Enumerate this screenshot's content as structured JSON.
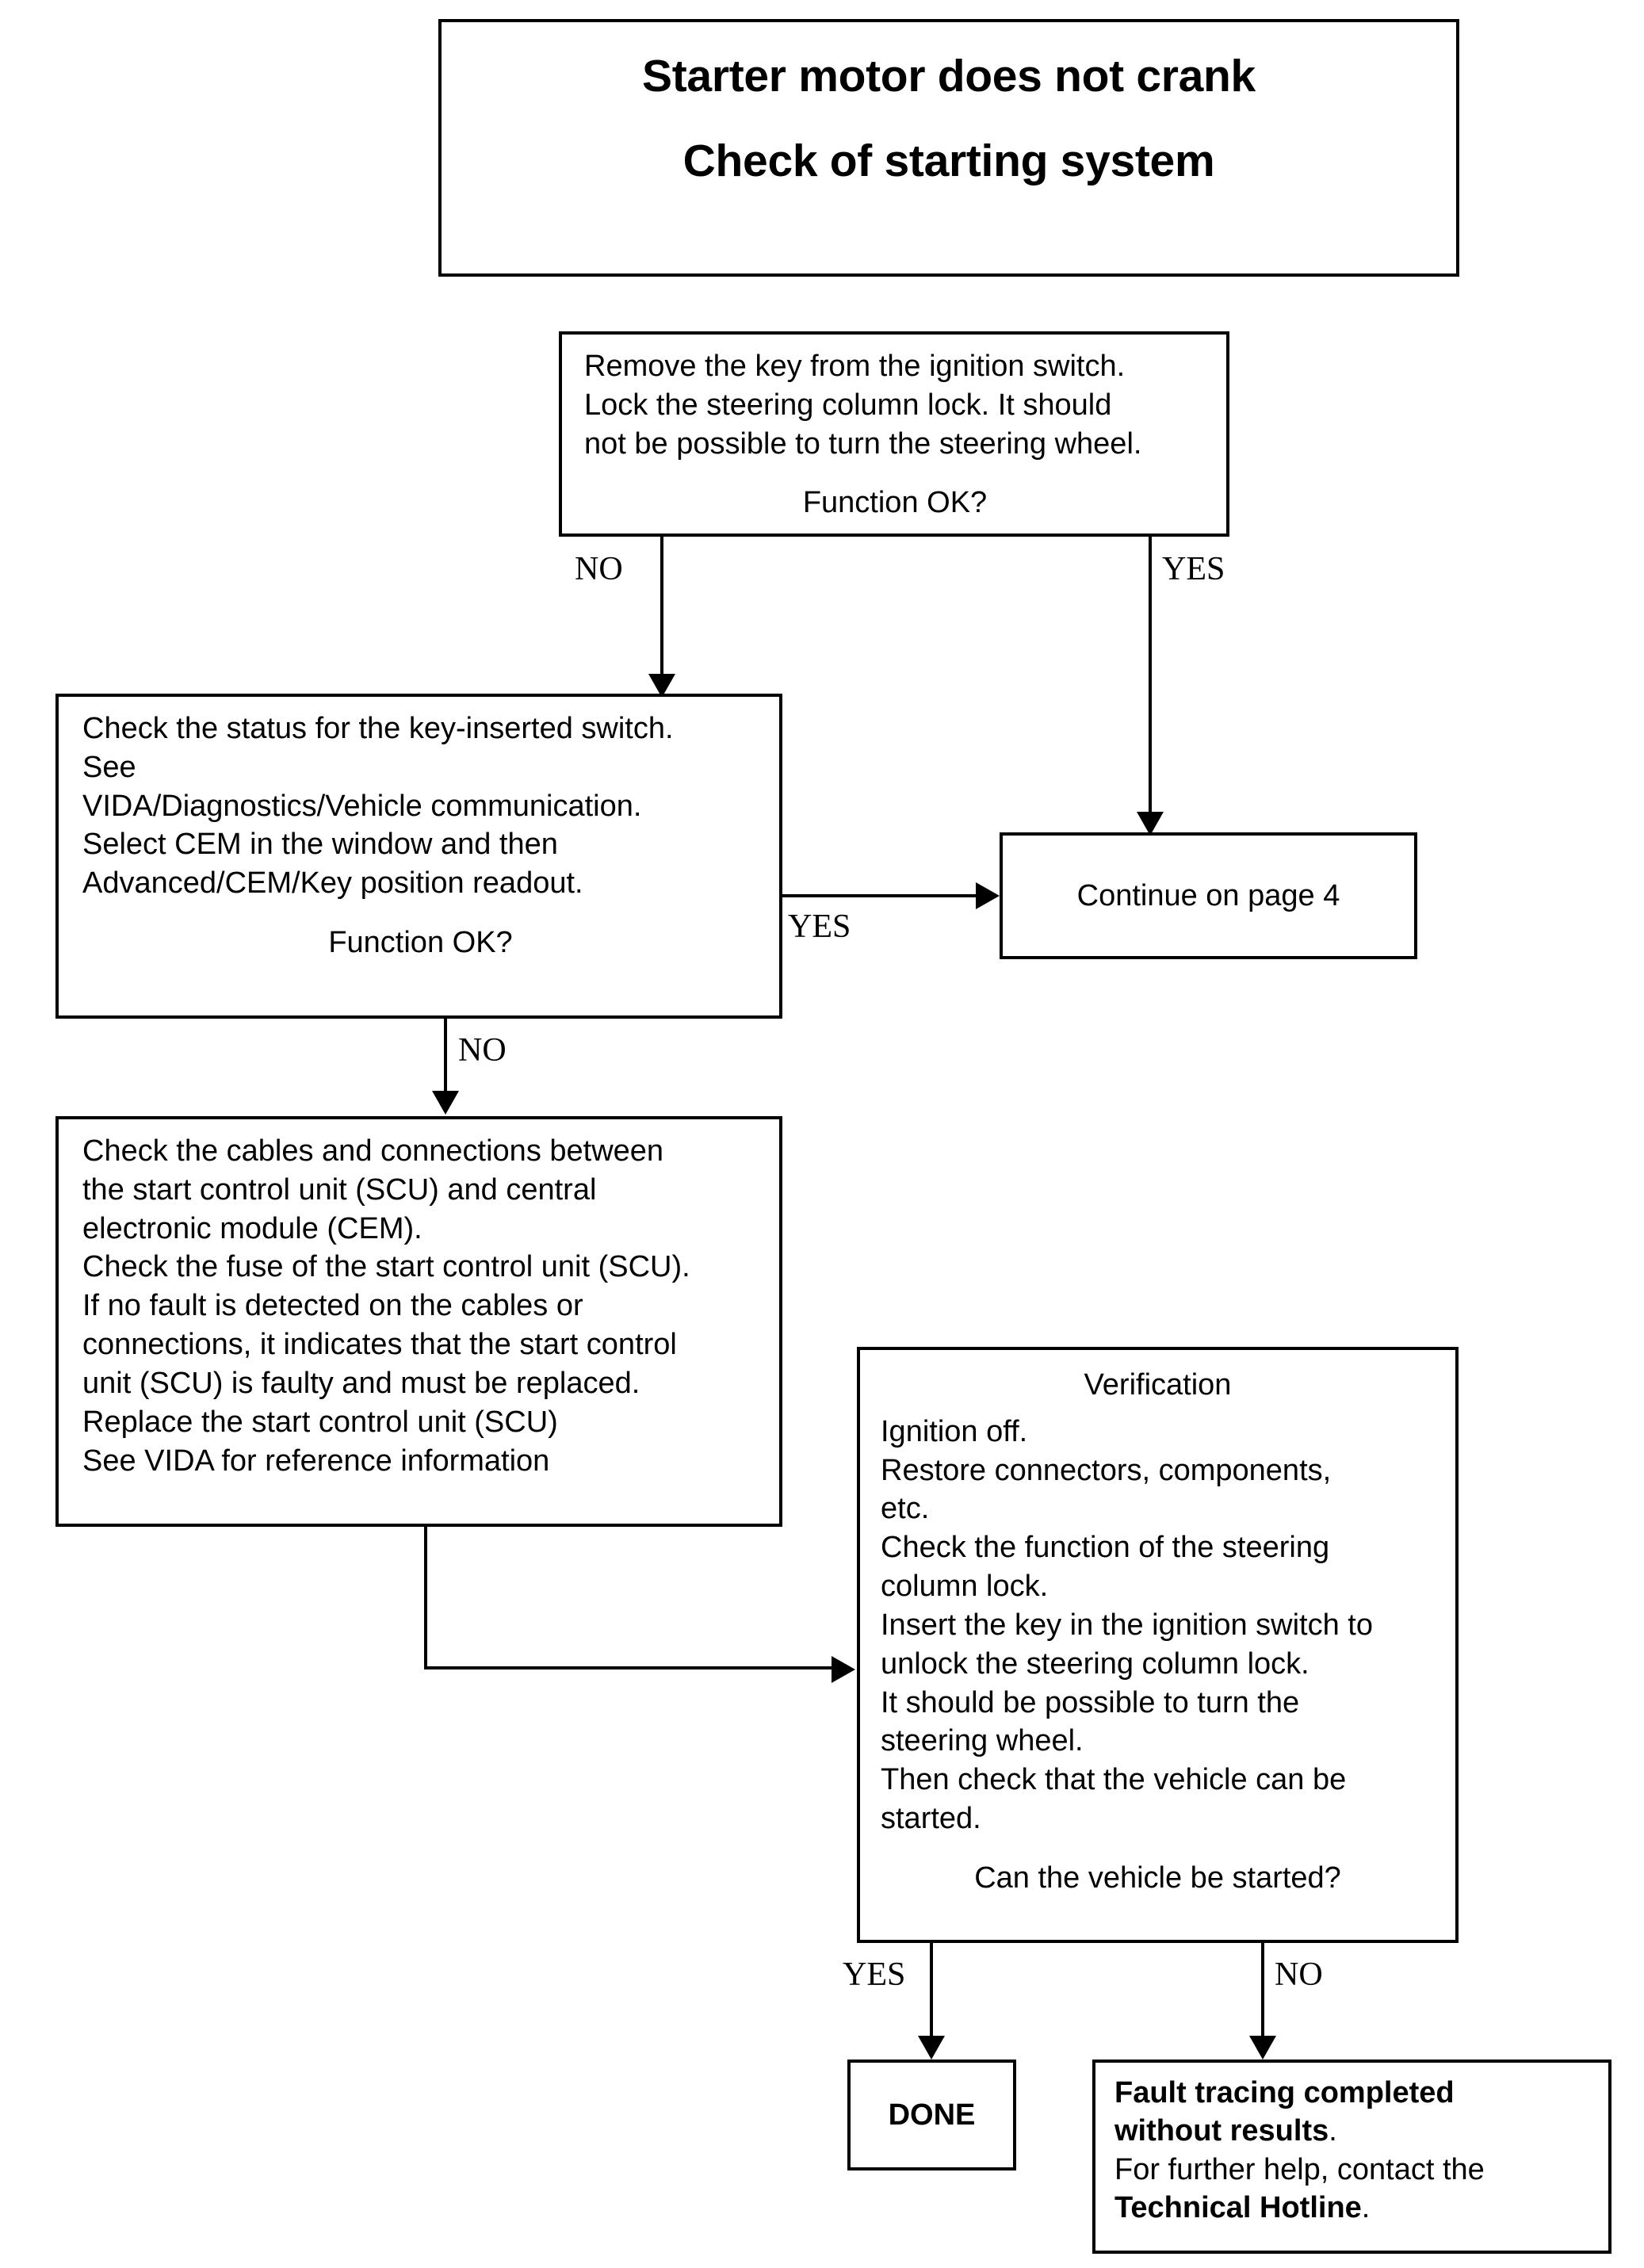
{
  "title": {
    "line1": "Starter motor does not crank",
    "line2": "Check of starting system"
  },
  "nodes": {
    "check_lock": {
      "body": "Remove the key from the ignition switch.\nLock the steering column lock. It should\nnot be possible to turn the steering wheel.",
      "question": "Function OK?"
    },
    "key_switch": {
      "body": "Check the status for the key-inserted switch.\nSee\nVIDA/Diagnostics/Vehicle communication.\nSelect CEM in the window and then\nAdvanced/CEM/Key position readout.",
      "question": "Function OK?"
    },
    "continue_page": {
      "label": "Continue on page 4"
    },
    "cables": {
      "body": "Check the cables and connections between\nthe start control unit (SCU) and central\nelectronic module (CEM).\nCheck the fuse of the start control unit (SCU).\nIf no fault is detected on the cables or\nconnections, it indicates that the start control\nunit (SCU) is faulty and must be replaced.\nReplace the start control unit (SCU)\nSee VIDA for reference information"
    },
    "verification": {
      "heading": "Verification",
      "body": "Ignition off.\nRestore connectors, components,\netc.\nCheck the function of the steering\ncolumn lock.\nInsert the key in the ignition switch to\nunlock the steering column lock.\nIt should be possible to turn the\nsteering wheel.\nThen check that the vehicle can be\nstarted.",
      "question": "Can the vehicle be started?"
    },
    "done": {
      "label": "DONE"
    },
    "fault": {
      "bold1": "Fault tracing completed",
      "bold2": "without results",
      "period1": ".",
      "normal1": "For further help, contact the",
      "bold3": "Technical Hotline",
      "period2": "."
    }
  },
  "edges": {
    "check_lock_no": "NO",
    "check_lock_yes": "YES",
    "key_switch_yes": "YES",
    "key_switch_no": "NO",
    "verification_yes": "YES",
    "verification_no": "NO"
  },
  "colors": {
    "stroke": "#000000",
    "background": "#ffffff",
    "text": "#000000"
  }
}
